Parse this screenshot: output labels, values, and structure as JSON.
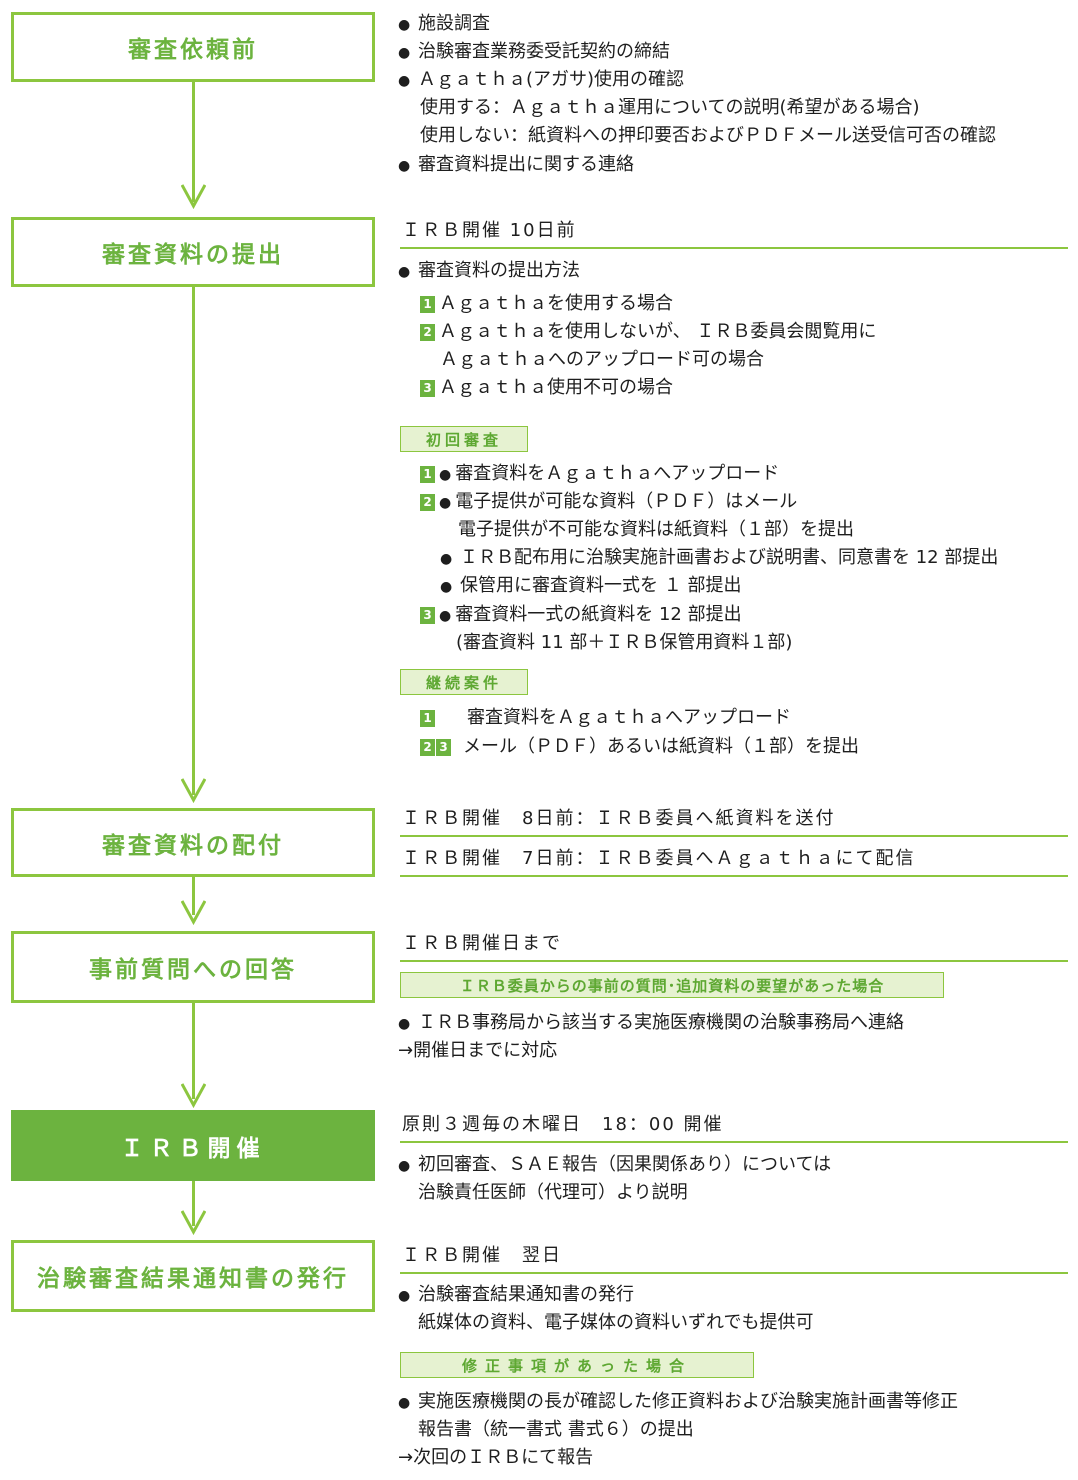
{
  "steps": [
    "審査依頼前",
    "審査資料の提出",
    "審査資料の配付",
    "事前質問への回答",
    "ＩＲＢ開催",
    "治験審査結果通知書の発行"
  ],
  "s1": {
    "b1": "施設調査",
    "b2": "治験審査業務委受託契約の締結",
    "b3": "Ａｇａｔｈａ(アガサ)使用の確認",
    "b3a": "使用する：Ａｇａｔｈａ運用についての説明(希望がある場合)",
    "b3b": "使用しない：紙資料への押印要否およびＰＤＦメール送受信可否の確認",
    "b4": "審査資料提出に関する連絡"
  },
  "s2": {
    "header": "ＩＲＢ開催 10日前",
    "b1": "審査資料の提出方法",
    "m1_num": "1",
    "m1": "Ａｇａｔｈａを使用する場合",
    "m2_num": "2",
    "m2a": "Ａｇａｔｈａを使用しないが、 ＩＲＢ委員会閲覧用に",
    "m2b": "Ａｇａｔｈａへのアップロード可の場合",
    "m3_num": "3",
    "m3": "Ａｇａｔｈａ使用不可の場合",
    "tag1": "初回審査",
    "i1": "審査資料をＡｇａｔｈａへアップロード",
    "i2a": "電子提供が可能な資料（ＰＤＦ）はメール",
    "i2b": "電子提供が不可能な資料は紙資料（１部）を提出",
    "i2c": "ＩＲＢ配布用に治験実施計画書および説明書、同意書を 12 部提出",
    "i2d": "保管用に審査資料一式を １ 部提出",
    "i3a": "審査資料一式の紙資料を 12 部提出",
    "i3b": "(審査資料 11 部＋ＩＲＢ保管用資料１部)",
    "tag2": "継続案件",
    "c1": "審査資料をＡｇａｔｈａへアップロード",
    "c23": "メール（ＰＤＦ）あるいは紙資料（１部）を提出"
  },
  "s3": {
    "l1": "ＩＲＢ開催　8日前：ＩＲＢ委員へ紙資料を送付",
    "l2": "ＩＲＢ開催　7日前：ＩＲＢ委員へＡｇａｔｈａにて配信"
  },
  "s4": {
    "header": "ＩＲＢ開催日まで",
    "tag": "ＩＲＢ委員からの事前の質問･追加資料の要望があった場合",
    "b1": "ＩＲＢ事務局から該当する実施医療機関の治験事務局へ連絡",
    "b2": "→開催日までに対応"
  },
  "s5": {
    "header": "原則３週毎の木曜日　18：00 開催",
    "b1a": "初回審査、ＳＡＥ報告（因果関係あり）については",
    "b1b": "治験責任医師（代理可）より説明"
  },
  "s6": {
    "header": "ＩＲＢ開催　翌日",
    "b1a": "治験審査結果通知書の発行",
    "b1b": "紙媒体の資料、電子媒体の資料いずれでも提供可",
    "tag": "修正事項があった場合",
    "b2a": "実施医療機関の長が確認した修正資料および治験実施計画書等修正",
    "b2b": "報告書（統一書式 書式６）の提出",
    "b2c": "→次回のＩＲＢにて報告"
  },
  "colors": {
    "accent": "#8cc63f",
    "accent_dark": "#6cb33f",
    "tag_bg": "#e6f2d1"
  }
}
